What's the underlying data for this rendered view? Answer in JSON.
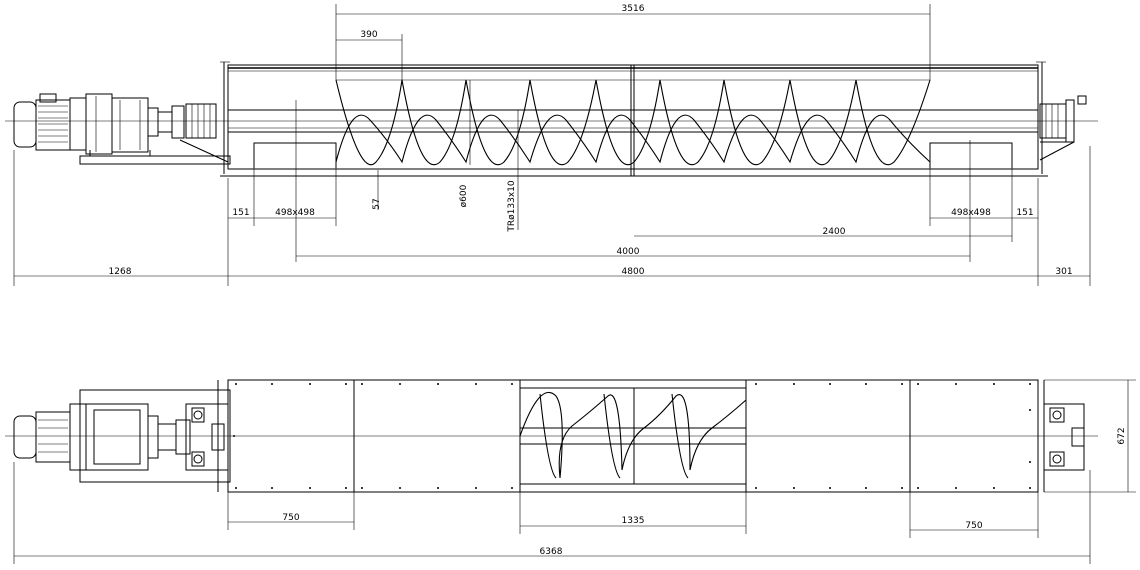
{
  "side_view": {
    "dims": {
      "top_overall": "3516",
      "pitch": "390",
      "hub_offset": "57",
      "screw_diameter": "ø600",
      "shaft_thread": "TRø133x10",
      "left_end": "151",
      "left_inlet": "498x498",
      "right_inlet": "498x498",
      "right_end": "151",
      "outlet_distance": "2400",
      "inlet_span": "4000",
      "drive_length": "1268",
      "trough_length": "4800",
      "tail_length": "301"
    }
  },
  "plan_view": {
    "dims": {
      "left_cover": "750",
      "window": "1335",
      "right_cover": "750",
      "total_length": "6368",
      "trough_width": "672"
    }
  }
}
